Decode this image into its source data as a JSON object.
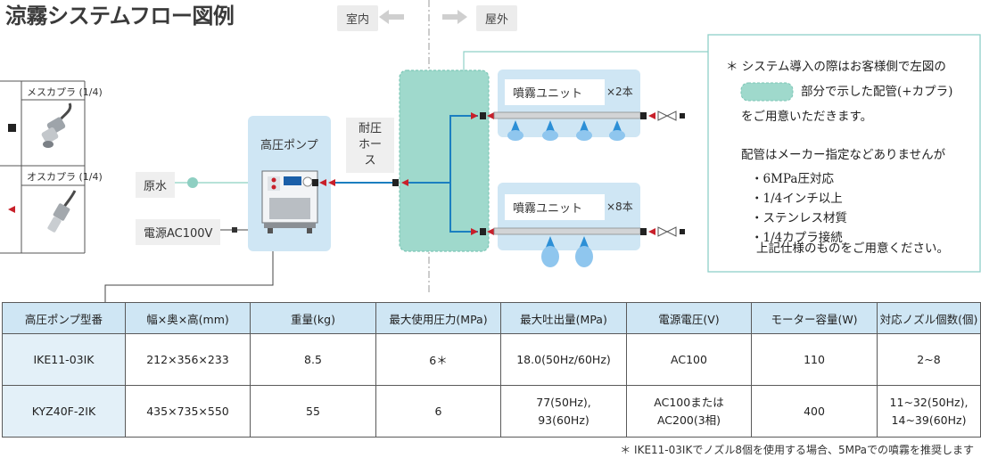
{
  "title": "涼霧システムフロー図例",
  "indoor_label": "室内",
  "outdoor_label": "屋外",
  "couplers": [
    {
      "name": "メスカプラ (1/4)",
      "symbol": "■"
    },
    {
      "name": "オスカプラ (1/4)",
      "symbol": "◀"
    }
  ],
  "raw_water_label": "原水",
  "power_label": "電源AC100V",
  "pump_label": "高圧ポンプ",
  "hose_label": [
    "耐圧",
    "ホース"
  ],
  "units": [
    {
      "label": "噴霧ユニット",
      "count": "×2本"
    },
    {
      "label": "噴霧ユニット",
      "count": "×8本"
    }
  ],
  "note": {
    "line1": "＊ システム導入の際はお客様側で左図の",
    "line2": "部分で示した配管(+カプラ)",
    "line3": "をご用意いただきます。",
    "line4": "配管はメーカー指定などありませんが",
    "bullets": [
      "・6MPa圧対応",
      "・1/4インチ以上",
      "・ステンレス材質",
      "・1/4カプラ接続"
    ],
    "line5": "上記仕様のものをご用意ください。"
  },
  "table": {
    "headers": [
      "高圧ポンプ型番",
      "幅×奥×高(mm)",
      "重量(kg)",
      "最大使用圧力(MPa)",
      "最大吐出量(MPa)",
      "電源電圧(V)",
      "モーター容量(W)",
      "対応ノズル個数(個)"
    ],
    "rows": [
      [
        "IKE11-03IK",
        "212×356×233",
        "8.5",
        "6＊",
        "18.0(50Hz/60Hz)",
        "AC100",
        "110",
        "2~8"
      ],
      [
        "KYZ40F-2IK",
        "435×735×550",
        "55",
        "6",
        "77(50Hz),\n93(60Hz)",
        "AC100または\nAC200(3相)",
        "400",
        "11~32(50Hz),\n14~39(60Hz)"
      ]
    ]
  },
  "footnote": "＊ IKE11-03IKでノズル8個を使用する場合、5MPaでの噴霧を推奨します",
  "colors": {
    "accent_teal": "#9fd9cc",
    "light_blue": "#cfe6f4",
    "pipe_blue": "#1b7fc0",
    "arrow_red": "#c8202a"
  }
}
